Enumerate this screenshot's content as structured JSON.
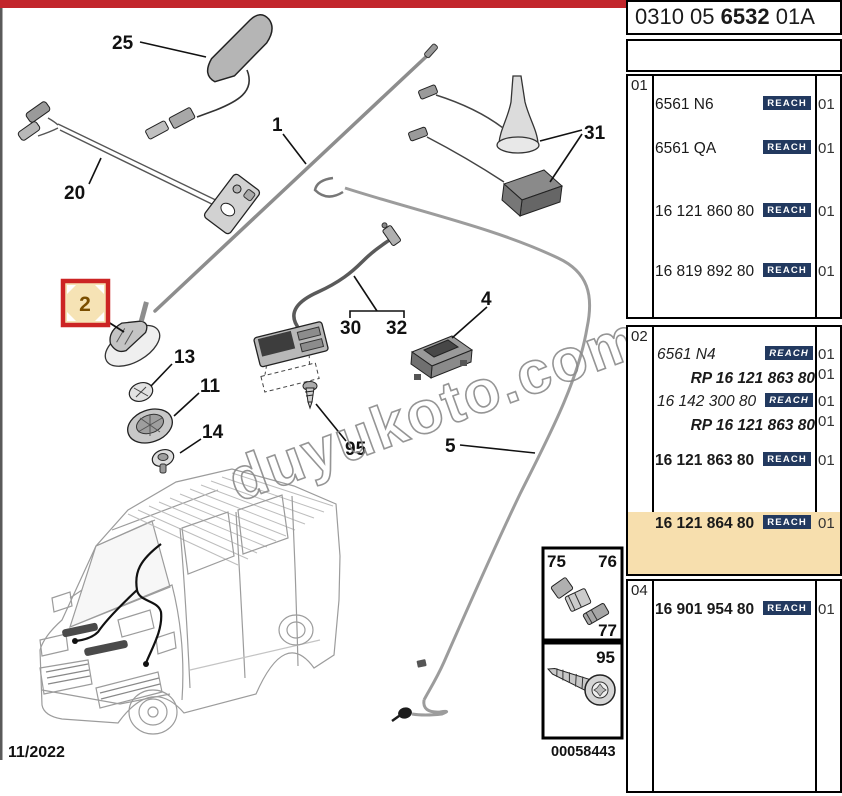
{
  "header": {
    "code_prefix": "0310 05",
    "code_bold": "6532",
    "code_suffix": "01A"
  },
  "parts_table": {
    "reach_label": "REACH",
    "sections": [
      {
        "id": "01",
        "rows": [
          {
            "part": "6561 N6",
            "qty": "01"
          },
          {
            "part": "6561 QA",
            "qty": "01"
          },
          {
            "part": "16 121 860 80",
            "qty": "01"
          },
          {
            "part": "16 819 892 80",
            "qty": "01"
          }
        ]
      },
      {
        "id": "02",
        "rows": [
          {
            "part": "6561 N4",
            "qty": "01"
          },
          {
            "part": "RP 16 121 863 80",
            "qty": "01"
          },
          {
            "part": "16 142 300 80",
            "qty": "01"
          },
          {
            "part": "RP 16 121 863 80",
            "qty": "01"
          },
          {
            "part": "16 121 863 80",
            "qty": "01"
          },
          {
            "part": "16 121 864 80",
            "qty": "01",
            "highlighted": true
          }
        ]
      },
      {
        "id": "04",
        "rows": [
          {
            "part": "16 901 954 80",
            "qty": "01"
          }
        ]
      }
    ]
  },
  "diagram": {
    "callouts": {
      "c25": "25",
      "c20": "20",
      "c1": "1",
      "c31": "31",
      "c2": "2",
      "c13": "13",
      "c11": "11",
      "c14": "14",
      "c30": "30",
      "c32": "32",
      "c4": "4",
      "c95": "95",
      "c5": "5"
    },
    "selected_callout": "2",
    "inset": {
      "n75": "75",
      "n76": "76",
      "n77": "77",
      "n95": "95",
      "code": "00058443"
    },
    "date": "11/2022",
    "watermark": "duyukoto.com"
  },
  "colors": {
    "top_bar": "#c2262c",
    "highlight_row": "#f7dfae",
    "reach_badge": "#22395f",
    "selected_box_border": "#cc2424",
    "selected_box_fill": "#f6e3b5"
  }
}
